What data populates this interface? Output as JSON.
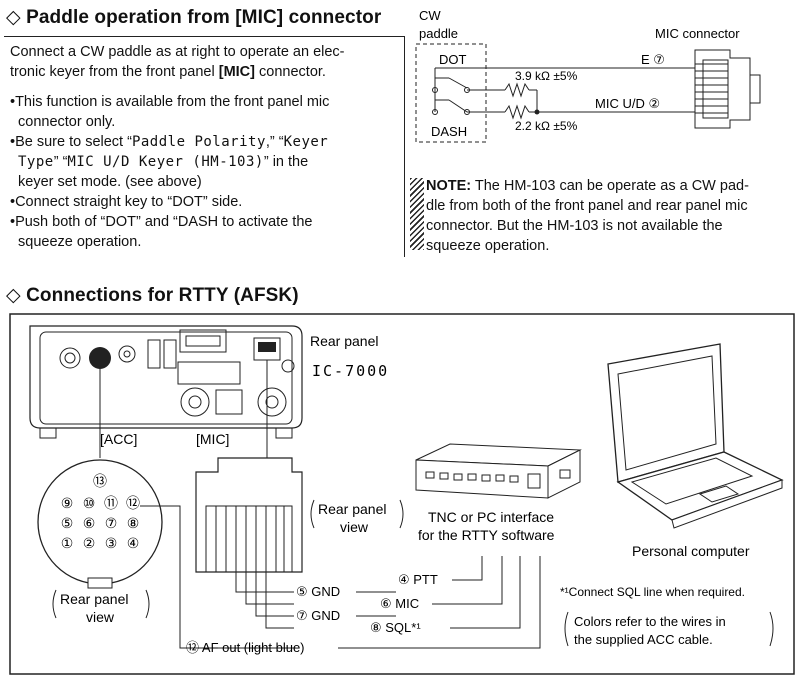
{
  "section1": {
    "title": "Paddle operation from [MIC] connector",
    "intro_a": "Connect a CW paddle as at right to operate an elec-",
    "intro_b1": "tronic keyer from the front panel ",
    "intro_b2": "[MIC]",
    "intro_b3": " connector.",
    "bullet1_a": "•This function is available from the front panel mic",
    "bullet1_b": "connector only.",
    "bullet2_a": "•Be sure to select “",
    "bullet2_m1": "Paddle Polarity",
    "bullet2_b": ",” “",
    "bullet2_m2": "Keyer",
    "bullet2_m3": "Type",
    "bullet2_c": "” “",
    "bullet2_m4": "MIC U/D Keyer (HM-103)",
    "bullet2_d": "” in the",
    "bullet2_e": "keyer set mode. (see above)",
    "bullet3": "•Connect straight key to “DOT” side.",
    "bullet4_a": "•Push both of “DOT” and “DASH to activate the",
    "bullet4_b": "squeeze operation."
  },
  "paddle_diagram": {
    "cw_label_1": "CW",
    "cw_label_2": "paddle",
    "dot": "DOT",
    "dash": "DASH",
    "r1": "3.9 kΩ ±5%",
    "r2": "2.2 kΩ ±5%",
    "mic_connector": "MIC connector",
    "pin_e": "E ⑦",
    "pin_mic": "MIC U/D ②"
  },
  "note": {
    "label": "NOTE:",
    "line1": " The HM-103 can be operate as a CW pad-",
    "line2": "dle from both of the front panel and rear panel mic",
    "line3": "connector. But the HM-103 is not available the",
    "line4": "squeeze operation."
  },
  "section2": {
    "title": "Connections for RTTY (AFSK)",
    "rear_panel": "Rear panel",
    "model": "IC-7000",
    "acc": "[ACC]",
    "mic": "[MIC]",
    "rear_view_1": "Rear panel",
    "rear_view_2": "view",
    "rear_view_3": "Rear panel",
    "rear_view_4": "view",
    "tnc_1": "TNC or PC interface",
    "tnc_2": "for the RTTY software",
    "pc": "Personal computer",
    "pin13": "⑬",
    "pins_row1": [
      "⑨",
      "⑩",
      "⑪",
      "⑫"
    ],
    "pins_row2": [
      "⑤",
      "⑥",
      "⑦",
      "⑧"
    ],
    "pins_row3": [
      "①",
      "②",
      "③",
      "④"
    ],
    "w_gnd5": "⑤ GND",
    "w_ptt": "④ PTT",
    "w_mic": "⑥ MIC",
    "w_gnd7": "⑦ GND",
    "w_sql": "⑧ SQL*¹",
    "w_af": "⑫ AF out (light blue)",
    "fn1": "*¹Connect SQL line when required.",
    "fn2": "Colors refer to the wires in",
    "fn3": "the supplied ACC cable."
  }
}
